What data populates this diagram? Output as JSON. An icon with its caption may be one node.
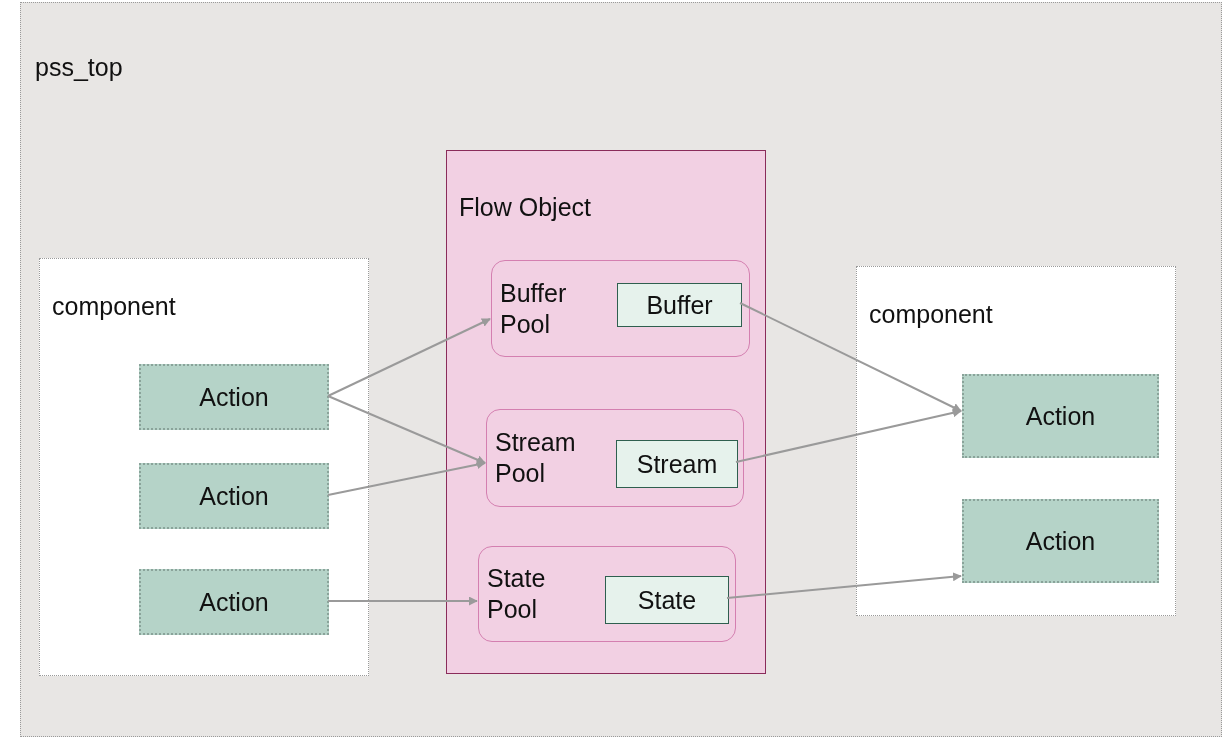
{
  "diagram": {
    "nodes": [
      {
        "text": [
          "pss_top"
        ]
      },
      {
        "text": [
          "component"
        ],
        "in": 0
      },
      {
        "text": [
          "Action"
        ],
        "in": 1
      },
      {
        "text": [
          "Action"
        ],
        "in": 1
      },
      {
        "text": [
          "Action"
        ],
        "in": 1
      },
      {
        "text": [
          "Flow Object"
        ],
        "in": 0
      },
      {
        "text": [
          "Buffer Pool"
        ],
        "in": 5
      },
      {
        "text": [
          "Buffer"
        ],
        "in": 6
      },
      {
        "text": [
          "Stream Pool"
        ],
        "in": 5
      },
      {
        "text": [
          "Stream"
        ],
        "in": 8
      },
      {
        "text": [
          "State Pool"
        ],
        "in": 5
      },
      {
        "text": [
          "State"
        ],
        "in": 10
      },
      {
        "text": [
          "component"
        ],
        "in": 0
      },
      {
        "text": [
          "Action"
        ],
        "in": 12
      },
      {
        "text": [
          "Action"
        ],
        "in": 12
      }
    ],
    "edges": [
      {
        "from": 2,
        "to": 6,
        "arrow": "to"
      },
      {
        "from": 2,
        "to": 8,
        "arrow": "to"
      },
      {
        "from": 3,
        "to": 8,
        "arrow": "to"
      },
      {
        "from": 4,
        "to": 10,
        "arrow": "to"
      },
      {
        "from": 7,
        "to": 13,
        "arrow": "to"
      },
      {
        "from": 9,
        "to": 13,
        "arrow": "to"
      },
      {
        "from": 11,
        "to": 14,
        "arrow": "to"
      }
    ]
  }
}
